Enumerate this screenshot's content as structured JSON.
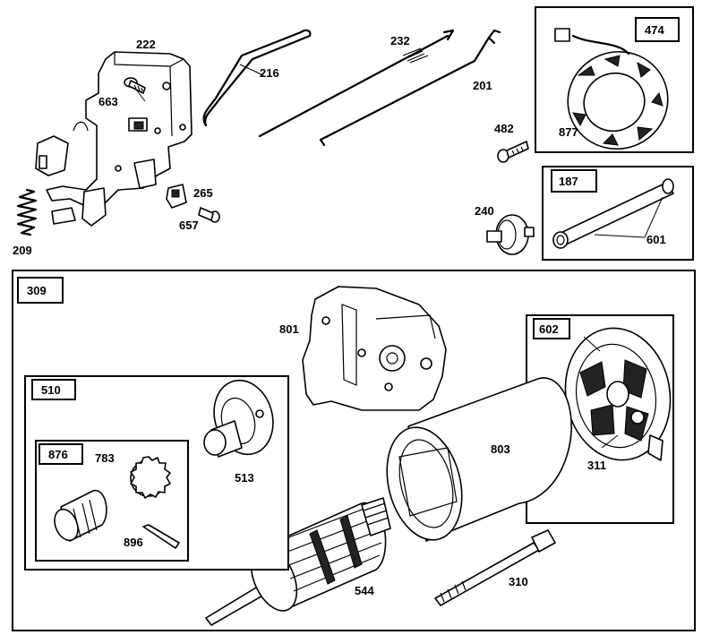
{
  "diagram": {
    "labels": {
      "p222": "222",
      "p663": "663",
      "p216": "216",
      "p232": "232",
      "p201": "201",
      "p474": "474",
      "p877": "877",
      "p482": "482",
      "p187": "187",
      "p601": "601",
      "p240": "240",
      "p265": "265",
      "p657": "657",
      "p209": "209",
      "p309": "309",
      "p801": "801",
      "p602": "602",
      "p311": "311",
      "p510": "510",
      "p513": "513",
      "p876": "876",
      "p783": "783",
      "p896": "896",
      "p803": "803",
      "p544": "544",
      "p310": "310"
    }
  }
}
